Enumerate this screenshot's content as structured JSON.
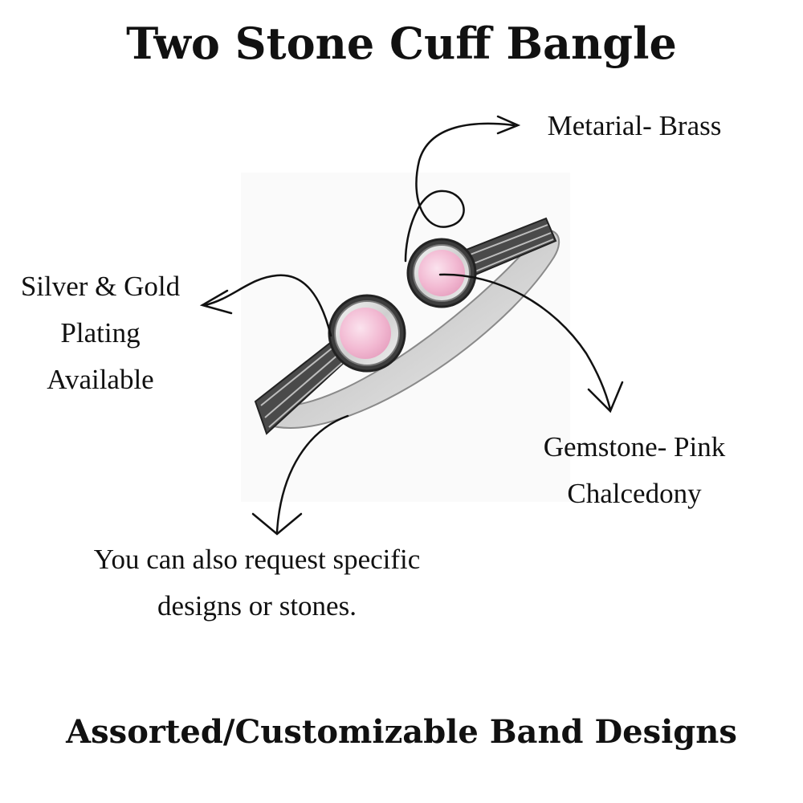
{
  "title": "Two Stone Cuff Bangle",
  "labels": {
    "material": "Metarial- Brass",
    "plating": [
      "Silver & Gold",
      "Plating",
      "Available"
    ],
    "gemstone": [
      "Gemstone- Pink",
      "Chalcedony"
    ],
    "request": [
      "You can also request specific",
      "designs or stones."
    ]
  },
  "footer": "Assorted/Customizable Band Designs",
  "colors": {
    "background": "#ffffff",
    "text": "#111111",
    "stone": "#f2b9d2",
    "metal": "#c8c8c8"
  }
}
